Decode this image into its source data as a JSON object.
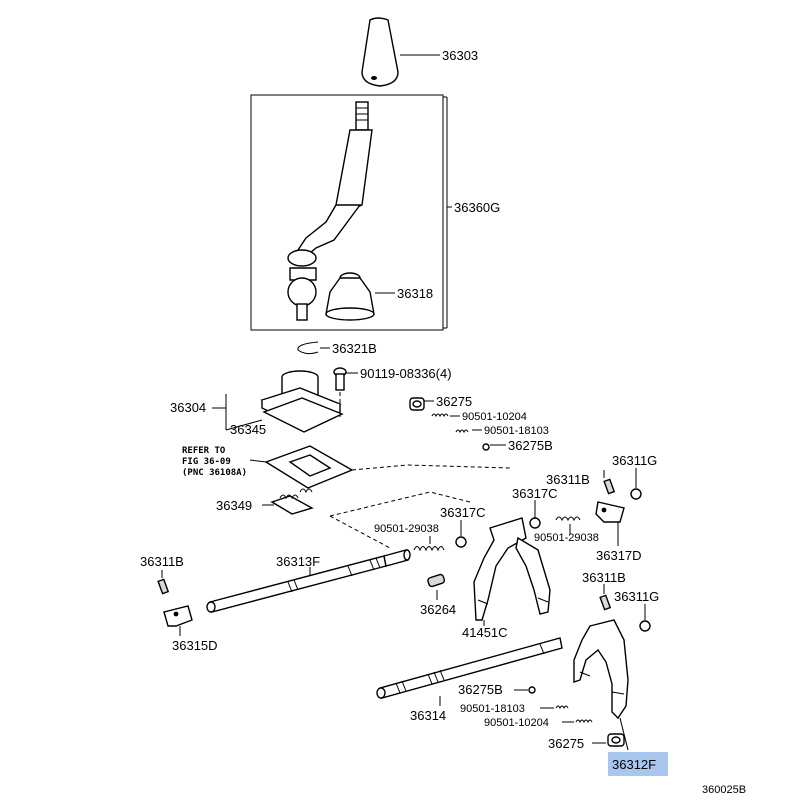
{
  "diagram": {
    "labels": {
      "knob": "36303",
      "lever_assy": "36360G",
      "seat": "36318",
      "snap_ring": "36321B",
      "bolt_main": "90119-08336(4)",
      "retainer": "36304",
      "gasket": "36345",
      "refer_line1": "REFER TO",
      "refer_line2": "FIG 36-09",
      "refer_line3": "(PNC 36108A)",
      "spring_plate": "36349",
      "pin_left": "36311B",
      "shaft_upper": "36313F",
      "head_left": "36315D",
      "spring_upper": "90501-29038",
      "washer_upper": "36317C",
      "key": "36264",
      "fork_middle": "41451C",
      "plug_top": "36275",
      "spring_top_1": "90501-10204",
      "spring_top_2": "90501-18103",
      "ball_top": "36275B",
      "pin_right_top": "36311B",
      "washer_right_top": "36311G",
      "washer_right_mid": "36317C",
      "spring_right": "90501-29038",
      "head_right": "36317D",
      "pin_right_lower": "36311B",
      "washer_right_lower": "36311G",
      "ball_lower": "36275B",
      "spring_lower_1": "90501-18103",
      "spring_lower_2": "90501-10204",
      "shaft_lower": "36314",
      "plug_lower": "36275",
      "fork_lower_highlighted": "36312F",
      "figure_code": "360025B"
    },
    "highlight_color": "#a9c7ee"
  }
}
